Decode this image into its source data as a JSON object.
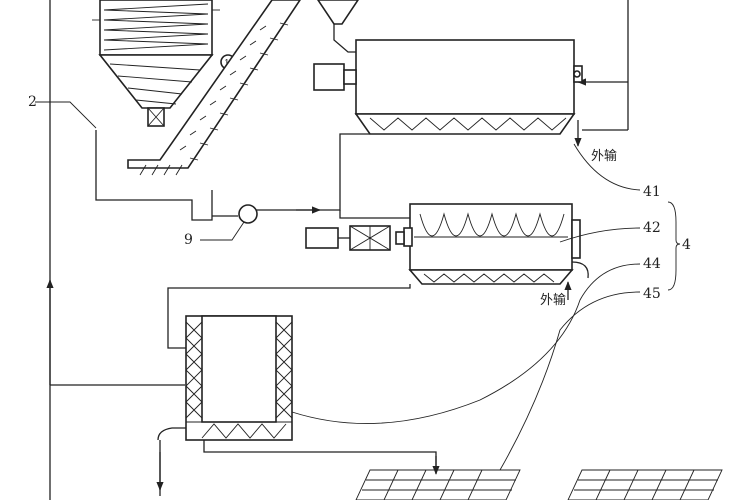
{
  "labels": {
    "n2": "2",
    "n9": "9",
    "n41": "41",
    "n42": "42",
    "n44": "44",
    "n45": "45",
    "n4": "4",
    "out_top": "外输",
    "out_mid": "外输"
  }
}
